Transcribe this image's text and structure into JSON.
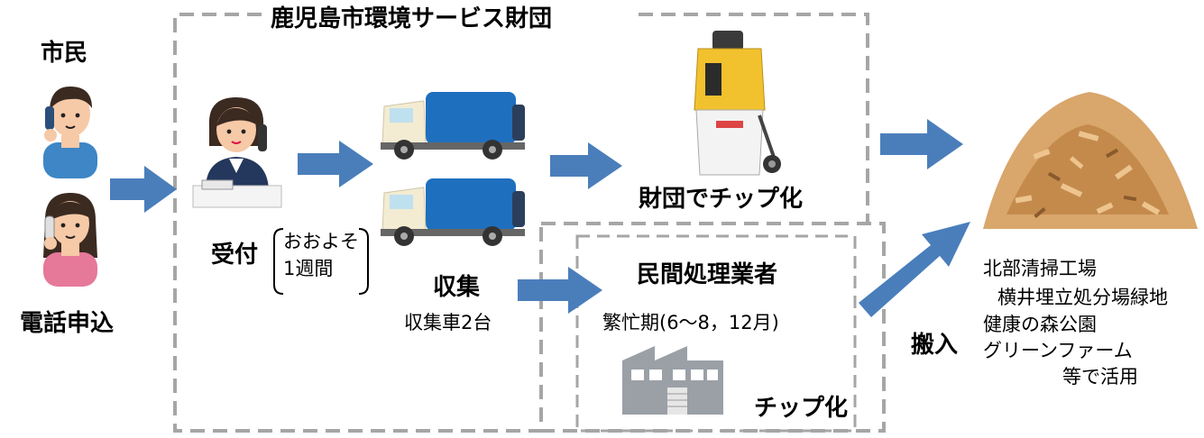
{
  "foundation_title": "鹿児島市環境サービス財団",
  "citizens_label": "市民",
  "phone_apply_label": "電話申込",
  "reception_label": "受付",
  "duration_lines": [
    "おおよそ",
    "1週間"
  ],
  "collection_label": "収集",
  "trucks_label": "収集車2台",
  "foundation_chip_label": "財団でチップ化",
  "private_label": "民間処理業者",
  "busy_label": "繁忙期(6～8，12月)",
  "private_chip_label": "チップ化",
  "carry_in_label": "搬入",
  "destinations": [
    "北部清掃工場",
    "横井埋立処分場緑地",
    "健康の森公園",
    "グリーンファーム",
    "等で活用"
  ],
  "colors": {
    "arrow": "#4a7ebb",
    "dash_border": "#a6a6a6",
    "truck_blue": "#1f6fbf",
    "truck_cab": "#f3ecd2",
    "chipper_yellow": "#f2c12e",
    "chips": "#d9a66b"
  },
  "icons": [
    "citizen-man-phone-icon",
    "citizen-woman-phone-icon",
    "receptionist-icon",
    "garbage-truck-icon",
    "wood-chipper-icon",
    "factory-icon",
    "wood-chips-icon"
  ]
}
